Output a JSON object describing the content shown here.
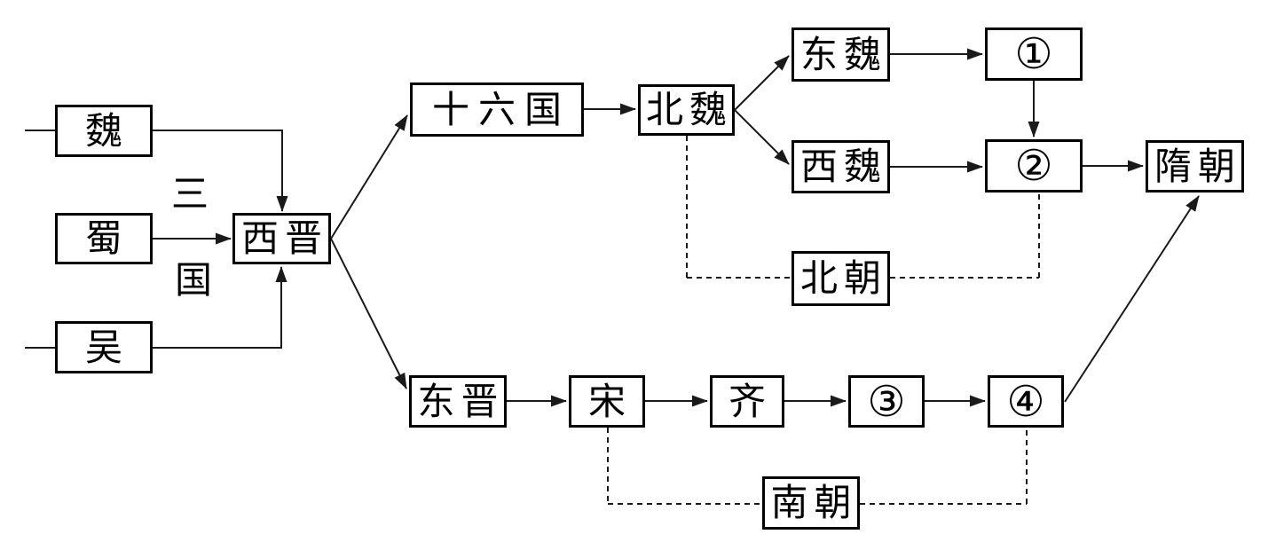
{
  "diagram": {
    "title_hint": "Flow chart of Chinese dynasties from Three Kingdoms to Sui",
    "nodes": {
      "wei": {
        "label": "魏"
      },
      "shu": {
        "label": "蜀"
      },
      "wu": {
        "label": "吴"
      },
      "western_jin": {
        "label": "西晋"
      },
      "sixteen_kingdoms": {
        "label": "十六国"
      },
      "northern_wei": {
        "label": "北魏"
      },
      "eastern_wei": {
        "label": "东魏"
      },
      "blank_1": {
        "label": "①"
      },
      "western_wei": {
        "label": "西魏"
      },
      "blank_2": {
        "label": "②"
      },
      "sui": {
        "label": "隋朝"
      },
      "northern_dynasties": {
        "label": "北朝"
      },
      "eastern_jin": {
        "label": "东晋"
      },
      "song": {
        "label": "宋"
      },
      "qi": {
        "label": "齐"
      },
      "blank_3": {
        "label": "③"
      },
      "blank_4": {
        "label": "④"
      },
      "southern_dynasties": {
        "label": "南朝"
      }
    },
    "side_label": {
      "text": "三国",
      "char1": "三",
      "char2": "国"
    },
    "edges_solid": [
      {
        "from": "wei",
        "to": "western_jin"
      },
      {
        "from": "shu",
        "to": "western_jin"
      },
      {
        "from": "wu",
        "to": "western_jin"
      },
      {
        "from": "western_jin",
        "to": "sixteen_kingdoms"
      },
      {
        "from": "western_jin",
        "to": "eastern_jin"
      },
      {
        "from": "sixteen_kingdoms",
        "to": "northern_wei"
      },
      {
        "from": "northern_wei",
        "to": "eastern_wei"
      },
      {
        "from": "northern_wei",
        "to": "western_wei"
      },
      {
        "from": "eastern_wei",
        "to": "blank_1"
      },
      {
        "from": "blank_1",
        "to": "blank_2"
      },
      {
        "from": "western_wei",
        "to": "blank_2"
      },
      {
        "from": "blank_2",
        "to": "sui"
      },
      {
        "from": "eastern_jin",
        "to": "song"
      },
      {
        "from": "song",
        "to": "qi"
      },
      {
        "from": "qi",
        "to": "blank_3"
      },
      {
        "from": "blank_3",
        "to": "blank_4"
      },
      {
        "from": "blank_4",
        "to": "sui"
      }
    ],
    "brackets_dashed": [
      {
        "from": "northern_wei",
        "label_node": "northern_dynasties",
        "to": "blank_2"
      },
      {
        "from": "song",
        "label_node": "southern_dynasties",
        "to": "blank_4"
      }
    ],
    "colors": {
      "background": "#ffffff",
      "box_border": "#000000",
      "line": "#1a1a1a",
      "text": "#000000"
    }
  }
}
